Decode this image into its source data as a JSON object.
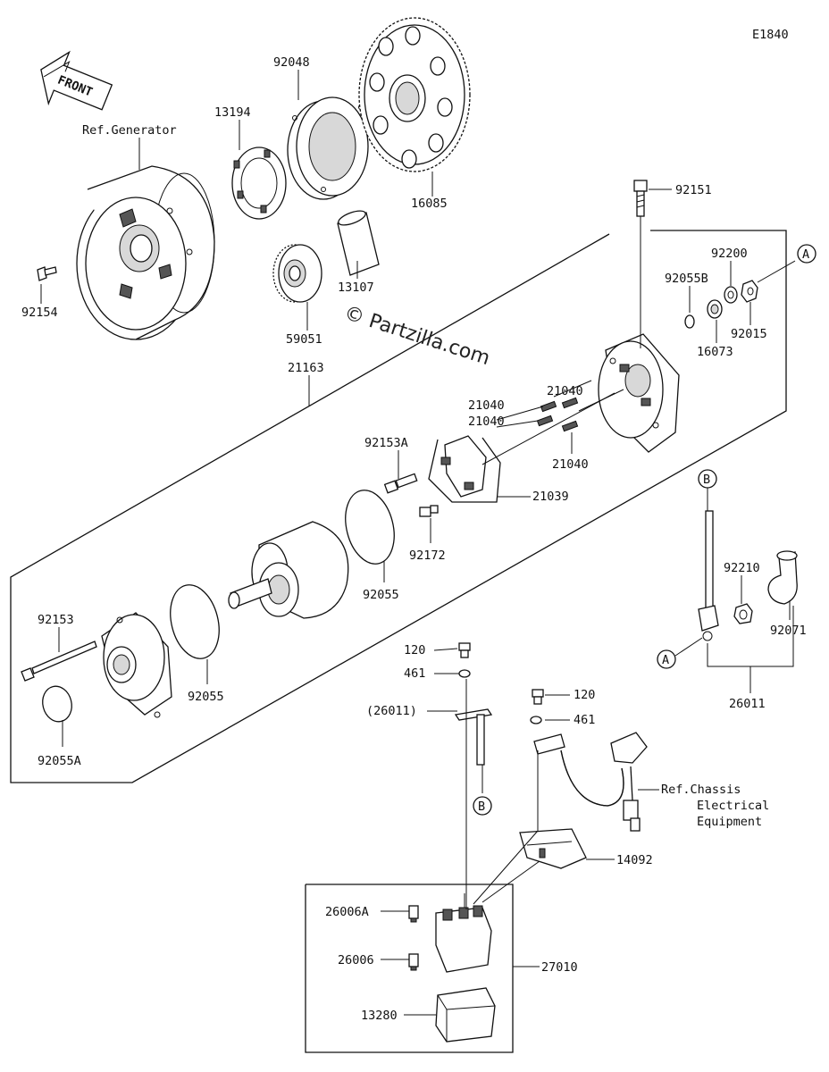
{
  "diagram_code": "E1840",
  "front_arrow_text": "FRONT",
  "watermark": "© Partzilla.com",
  "labels": {
    "ref_generator": "Ref.Generator",
    "p92048": "92048",
    "p13194": "13194",
    "p16085": "16085",
    "p92151": "92151",
    "p92154": "92154",
    "p13107": "13107",
    "p59051": "59051",
    "p92200": "92200",
    "p92055B": "92055B",
    "p16073": "16073",
    "p92015": "92015",
    "p21163": "21163",
    "p21040_a": "21040",
    "p21040_b": "21040",
    "p21040_c": "21040",
    "p21040_d": "21040",
    "p92153A": "92153A",
    "p21039": "21039",
    "p92172": "92172",
    "p92055_a": "92055",
    "p92055_b": "92055",
    "p92153": "92153",
    "p92055A": "92055A",
    "p92210": "92210",
    "p92071": "92071",
    "p26011": "26011",
    "p120_a": "120",
    "p461_a": "461",
    "p26011_ref": "(26011)",
    "p120_b": "120",
    "p461_b": "461",
    "ref_chassis_1": "Ref.Chassis",
    "ref_chassis_2": "Electrical",
    "ref_chassis_3": "Equipment",
    "p14092": "14092",
    "p26006A": "26006A",
    "p26006": "26006",
    "p27010": "27010",
    "p13280": "13280",
    "marker_A": "A",
    "marker_B": "B"
  }
}
